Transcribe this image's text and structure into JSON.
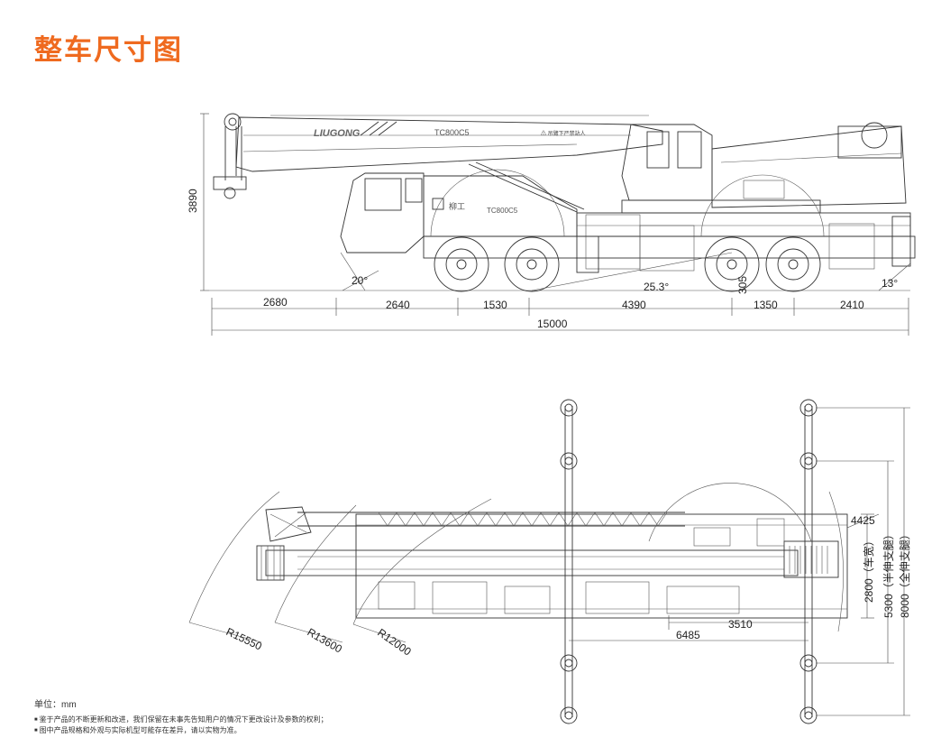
{
  "page": {
    "title": "整车尺寸图"
  },
  "side_view": {
    "height_dim": "3890",
    "brand": "LIUGONG",
    "model_boom": "TC800C5",
    "model_cab": "TC800C5",
    "cab_logo": "柳工",
    "warning": "⚠ 吊臂下严禁站人",
    "approach_angle": "20°",
    "ramp_angle": "25.3°",
    "departure_angle": "13°",
    "clearance": "305",
    "segments": [
      "2680",
      "2640",
      "1530",
      "4390",
      "1350",
      "2410"
    ],
    "total_length": "15000"
  },
  "top_view": {
    "radius_1": "R15550",
    "radius_2": "R13600",
    "radius_3": "R12000",
    "dim_4425": "4425",
    "dim_3510": "3510",
    "dim_6485": "6485",
    "width_vehicle": "2800（车宽）",
    "width_half": "5300（半伸支腿）",
    "width_full": "8000（全伸支腿）"
  },
  "footer": {
    "unit": "单位：mm",
    "note_1": "鉴于产品的不断更新和改进，我们保留在未事先告知用户的情况下更改设计及参数的权利；",
    "note_2": "图中产品规格和外观与实际机型可能存在差异，请以实物为准。"
  }
}
